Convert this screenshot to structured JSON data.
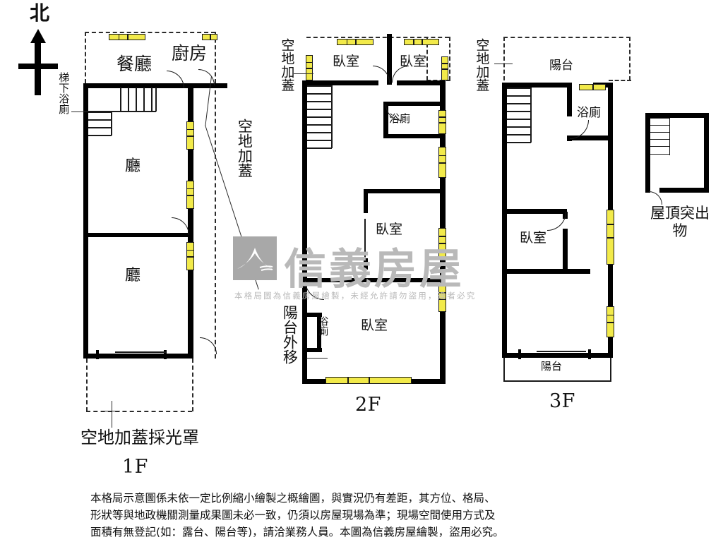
{
  "compass": {
    "label": "北"
  },
  "watermark": {
    "brand": "信義房屋",
    "notice": "本格局圖為信義房屋繪製，未經允許請勿盜用，違者必究"
  },
  "floors": [
    {
      "id": "1F",
      "label": "1F",
      "rooms": [
        {
          "name": "dining-room",
          "label": "餐廳"
        },
        {
          "name": "kitchen",
          "label": "廚房"
        },
        {
          "name": "living-room-upper",
          "label": "廳"
        },
        {
          "name": "living-room-lower",
          "label": "廳"
        }
      ],
      "annotations": [
        {
          "name": "understair-bath",
          "label": "梯下浴廁"
        },
        {
          "name": "open-area-cover-right",
          "label": "空地加蓋"
        },
        {
          "name": "open-area-cover-skylight",
          "label": "空地加蓋採光罩"
        }
      ]
    },
    {
      "id": "2F",
      "label": "2F",
      "rooms": [
        {
          "name": "bedroom-front-left",
          "label": "臥室"
        },
        {
          "name": "bedroom-front-right",
          "label": "臥室"
        },
        {
          "name": "bathroom-upper",
          "label": "浴廁"
        },
        {
          "name": "bedroom-middle",
          "label": "臥室"
        },
        {
          "name": "bathroom-lower",
          "label": "浴廁"
        },
        {
          "name": "bedroom-rear",
          "label": "臥室"
        }
      ],
      "annotations": [
        {
          "name": "open-area-cover-left",
          "label": "空地加蓋"
        },
        {
          "name": "balcony-moved-out",
          "label": "陽台外移"
        }
      ]
    },
    {
      "id": "3F",
      "label": "3F",
      "rooms": [
        {
          "name": "balcony-front",
          "label": "陽台"
        },
        {
          "name": "bathroom",
          "label": "浴廁"
        },
        {
          "name": "bedroom",
          "label": "臥室"
        },
        {
          "name": "balcony-rear",
          "label": "陽台"
        }
      ],
      "annotations": [
        {
          "name": "open-area-cover-left",
          "label": "空地加蓋"
        }
      ]
    },
    {
      "id": "RF",
      "label": "屋頂突出物",
      "rooms": [],
      "annotations": []
    }
  ],
  "disclaimer": {
    "line1": "本格局示意圖係未依一定比例縮小繪製之概繪圖，與實況仍有差距，其方位、格局、",
    "line2": "形狀等與地政機關測量成果圖未必一致，仍須以房屋現場為準；現場空間使用方式及",
    "line3": "面積有無登記(如：露台、陽台等)，請洽業務人員。本圖為信義房屋繪製，盜用必究。"
  },
  "colors": {
    "wall": "#000000",
    "window": "#f2ea4a",
    "outline": "#1a1a1a",
    "watermark": "#b9b9b9",
    "text": "#111111"
  }
}
